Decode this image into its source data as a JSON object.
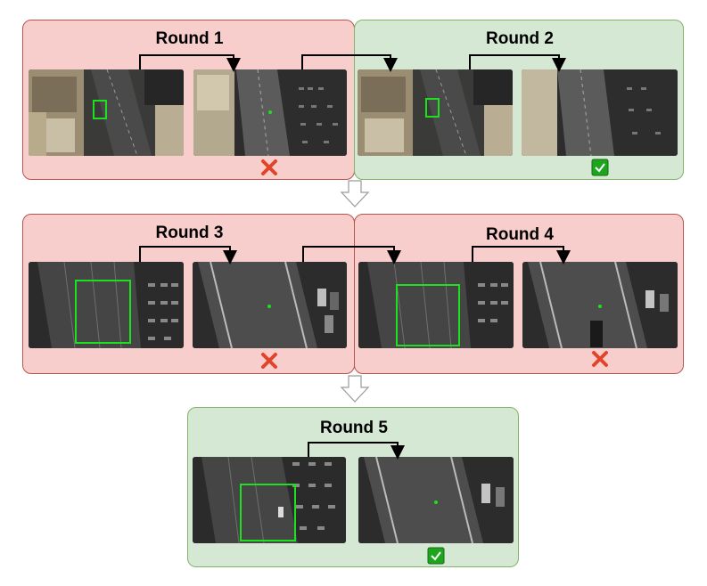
{
  "rounds": [
    {
      "title": "Round 1",
      "result": "fail",
      "result_icon": "cross-icon"
    },
    {
      "title": "Round 2",
      "result": "pass",
      "result_icon": "check-icon"
    },
    {
      "title": "Round 3",
      "result": "fail",
      "result_icon": "cross-icon"
    },
    {
      "title": "Round 4",
      "result": "fail",
      "result_icon": "cross-icon"
    },
    {
      "title": "Round 5",
      "result": "pass",
      "result_icon": "check-icon"
    }
  ],
  "colors": {
    "fail_fill": "#f8cecc",
    "fail_border": "#b85450",
    "pass_fill": "#d5e8d4",
    "pass_border": "#82b366",
    "target_box": "#1fe01f",
    "cross": "#e0452b",
    "check": "#1ea51e"
  }
}
